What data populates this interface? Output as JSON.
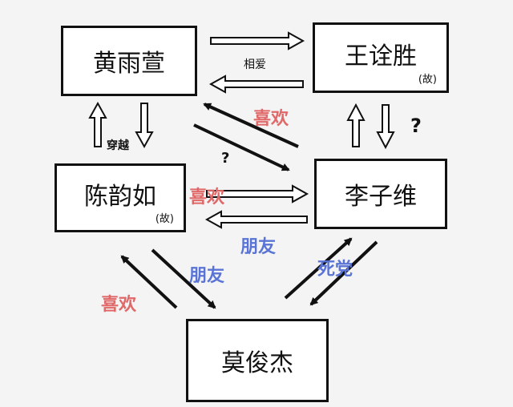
{
  "nodes": {
    "huang": {
      "name": "黄雨萱"
    },
    "wang": {
      "name": "王诠胜",
      "note": "(故)"
    },
    "chen": {
      "name": "陈韵如",
      "note": "(故)"
    },
    "li": {
      "name": "李子维"
    },
    "mo": {
      "name": "莫俊杰"
    }
  },
  "labels": {
    "xiangai": "相爱",
    "xihuan_top": "喜欢",
    "question_mid": "?",
    "question_right": "?",
    "chuanyue": "穿越",
    "xihuan_mid": "喜欢",
    "pengyou_right": "朋友",
    "pengyou_left": "朋友",
    "xihuan_left": "喜欢",
    "sidang": "死党"
  },
  "colors": {
    "red": "#e06868",
    "blue": "#5a74d6",
    "line": "#111111"
  }
}
